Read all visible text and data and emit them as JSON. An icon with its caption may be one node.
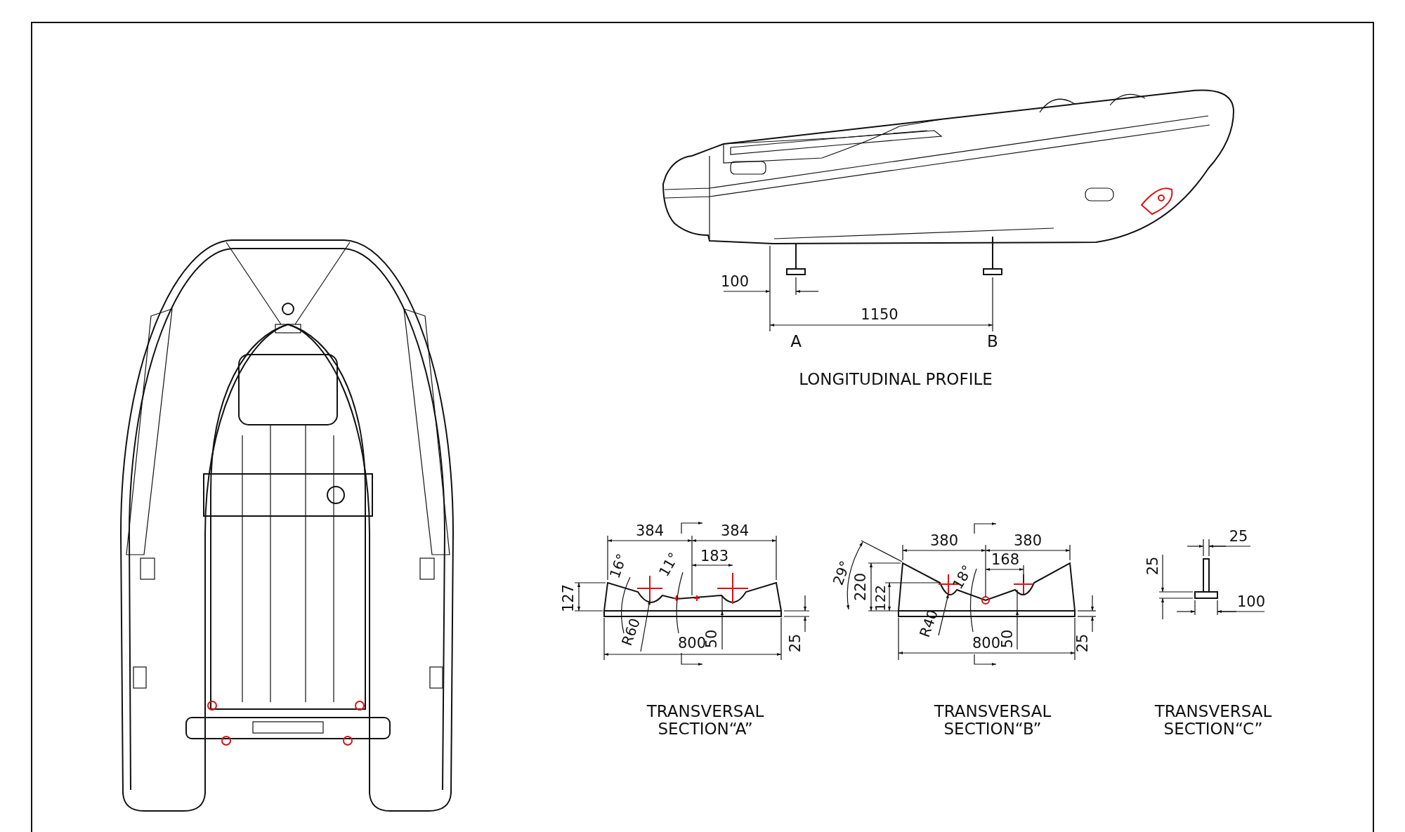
{
  "diagram": {
    "labels": [
      "100",
      "1150",
      "A",
      "B",
      "LONGITUDINAL PROFILE",
      "384",
      "384",
      "16°",
      "11°",
      "183",
      "127",
      "R60",
      "800",
      "50",
      "25",
      "TRANSVERSAL SECTION“A”",
      "380",
      "380",
      "29°",
      "168",
      "220",
      "122",
      "18°",
      "R40",
      "800",
      "50",
      "25",
      "TRANSVERSAL SECTION“B”",
      "25",
      "25",
      "100",
      "TRANSVERSAL SECTION“C”"
    ]
  }
}
